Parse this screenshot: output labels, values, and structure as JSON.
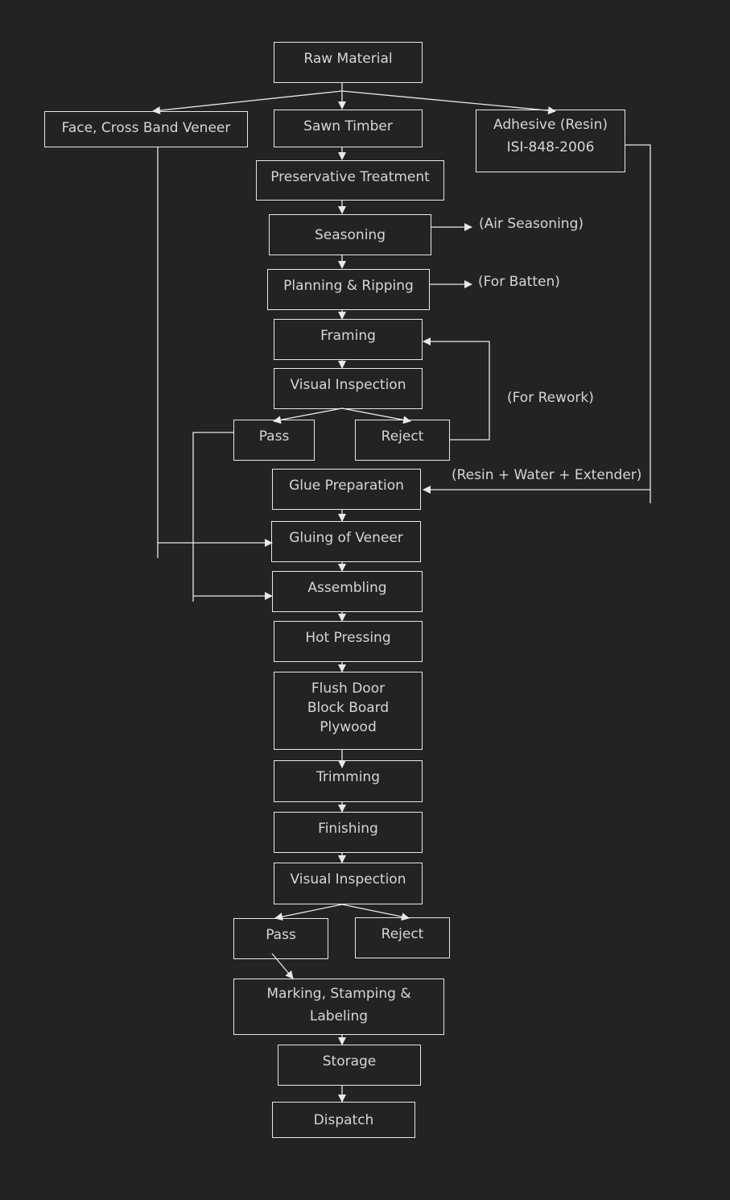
{
  "flowchart": {
    "raw_material": "Raw Material",
    "face_veneer": "Face, Cross Band Veneer",
    "sawn_timber": "Sawn Timber",
    "adhesive_line1": "Adhesive (Resin)",
    "adhesive_line2": "ISI-848-2006",
    "preservative": "Preservative Treatment",
    "seasoning": "Seasoning",
    "air_seasoning": "(Air Seasoning)",
    "planning": "Planning & Ripping",
    "for_batten": "(For Batten)",
    "framing": "Framing",
    "visual_inspection_1": "Visual Inspection",
    "for_rework": "(For Rework)",
    "pass_1": "Pass",
    "reject_1": "Reject",
    "glue_prep": "Glue Preparation",
    "resin_note": "(Resin + Water + Extender)",
    "gluing": "Gluing of Veneer",
    "assembling": "Assembling",
    "hot_pressing": "Hot Pressing",
    "products": [
      "Flush Door",
      "Block Board",
      "Plywood"
    ],
    "trimming": "Trimming",
    "finishing": "Finishing",
    "visual_inspection_2": "Visual Inspection",
    "pass_2": "Pass",
    "reject_2": "Reject",
    "marking_line1": "Marking, Stamping &",
    "marking_line2": "Labeling",
    "storage": "Storage",
    "dispatch": "Dispatch"
  },
  "colors": {
    "background": "#232323",
    "line": "#e8e8e8",
    "text": "#d6d6d6"
  }
}
